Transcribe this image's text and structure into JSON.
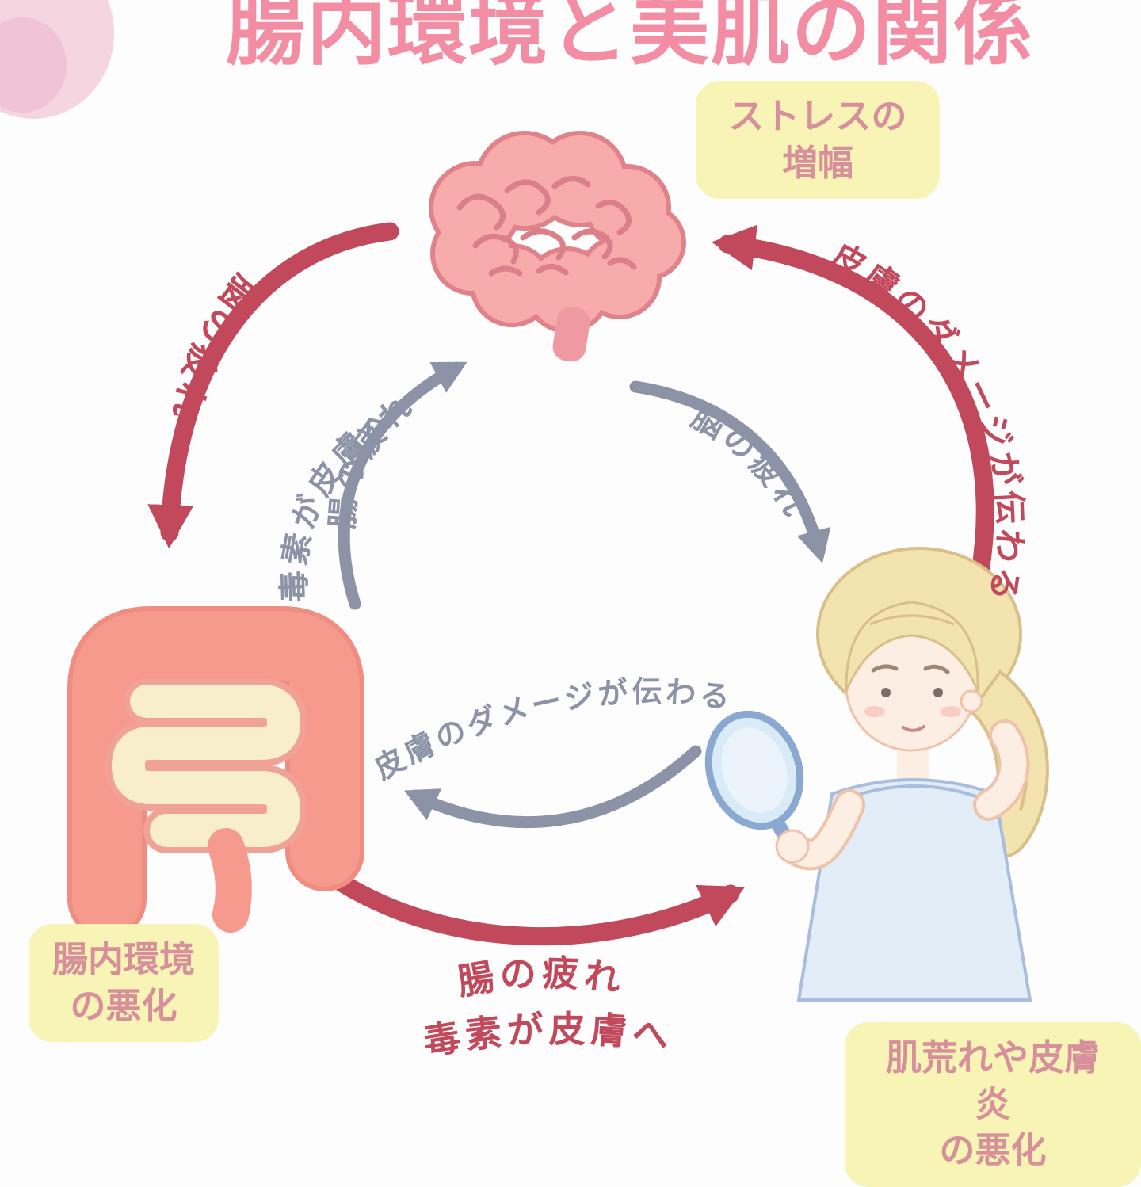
{
  "title": "腸内環境と美肌の関係",
  "labels": {
    "stress": {
      "line1": "ストレスの",
      "line2": "増幅"
    },
    "gut": {
      "line1": "腸内環境",
      "line2": "の悪化"
    },
    "skin": {
      "line1": "肌荒れや皮膚炎",
      "line2": "の悪化"
    }
  },
  "arrows": {
    "outer_brain_to_gut": "脳の疲れ",
    "outer_skin_to_brain": "皮膚のダメージが伝わる",
    "outer_gut_to_skin_line1": "腸の疲れ",
    "outer_gut_to_skin_line2": "毒素が皮膚へ",
    "inner_gut_to_brain_line1": "腸の疲れ",
    "inner_gut_to_brain_line2": "毒素が皮膚へ",
    "inner_brain_to_skin": "脳の疲れ",
    "inner_skin_to_gut": "皮膚のダメージが伝わる"
  },
  "illustrations": {
    "brain": "brain",
    "intestine": "intestine",
    "woman": "woman-with-hand-mirror"
  },
  "colors": {
    "title_pink": "#f28da3",
    "arrow_red": "#c2485c",
    "arrow_gray": "#8d93a6",
    "label_background": "#f7f4b6",
    "label_text": "#d7909b",
    "brain_pink": "#f7abab",
    "intestine_salmon": "#f59a8d",
    "mirror_blue": "#8aa8d0"
  }
}
